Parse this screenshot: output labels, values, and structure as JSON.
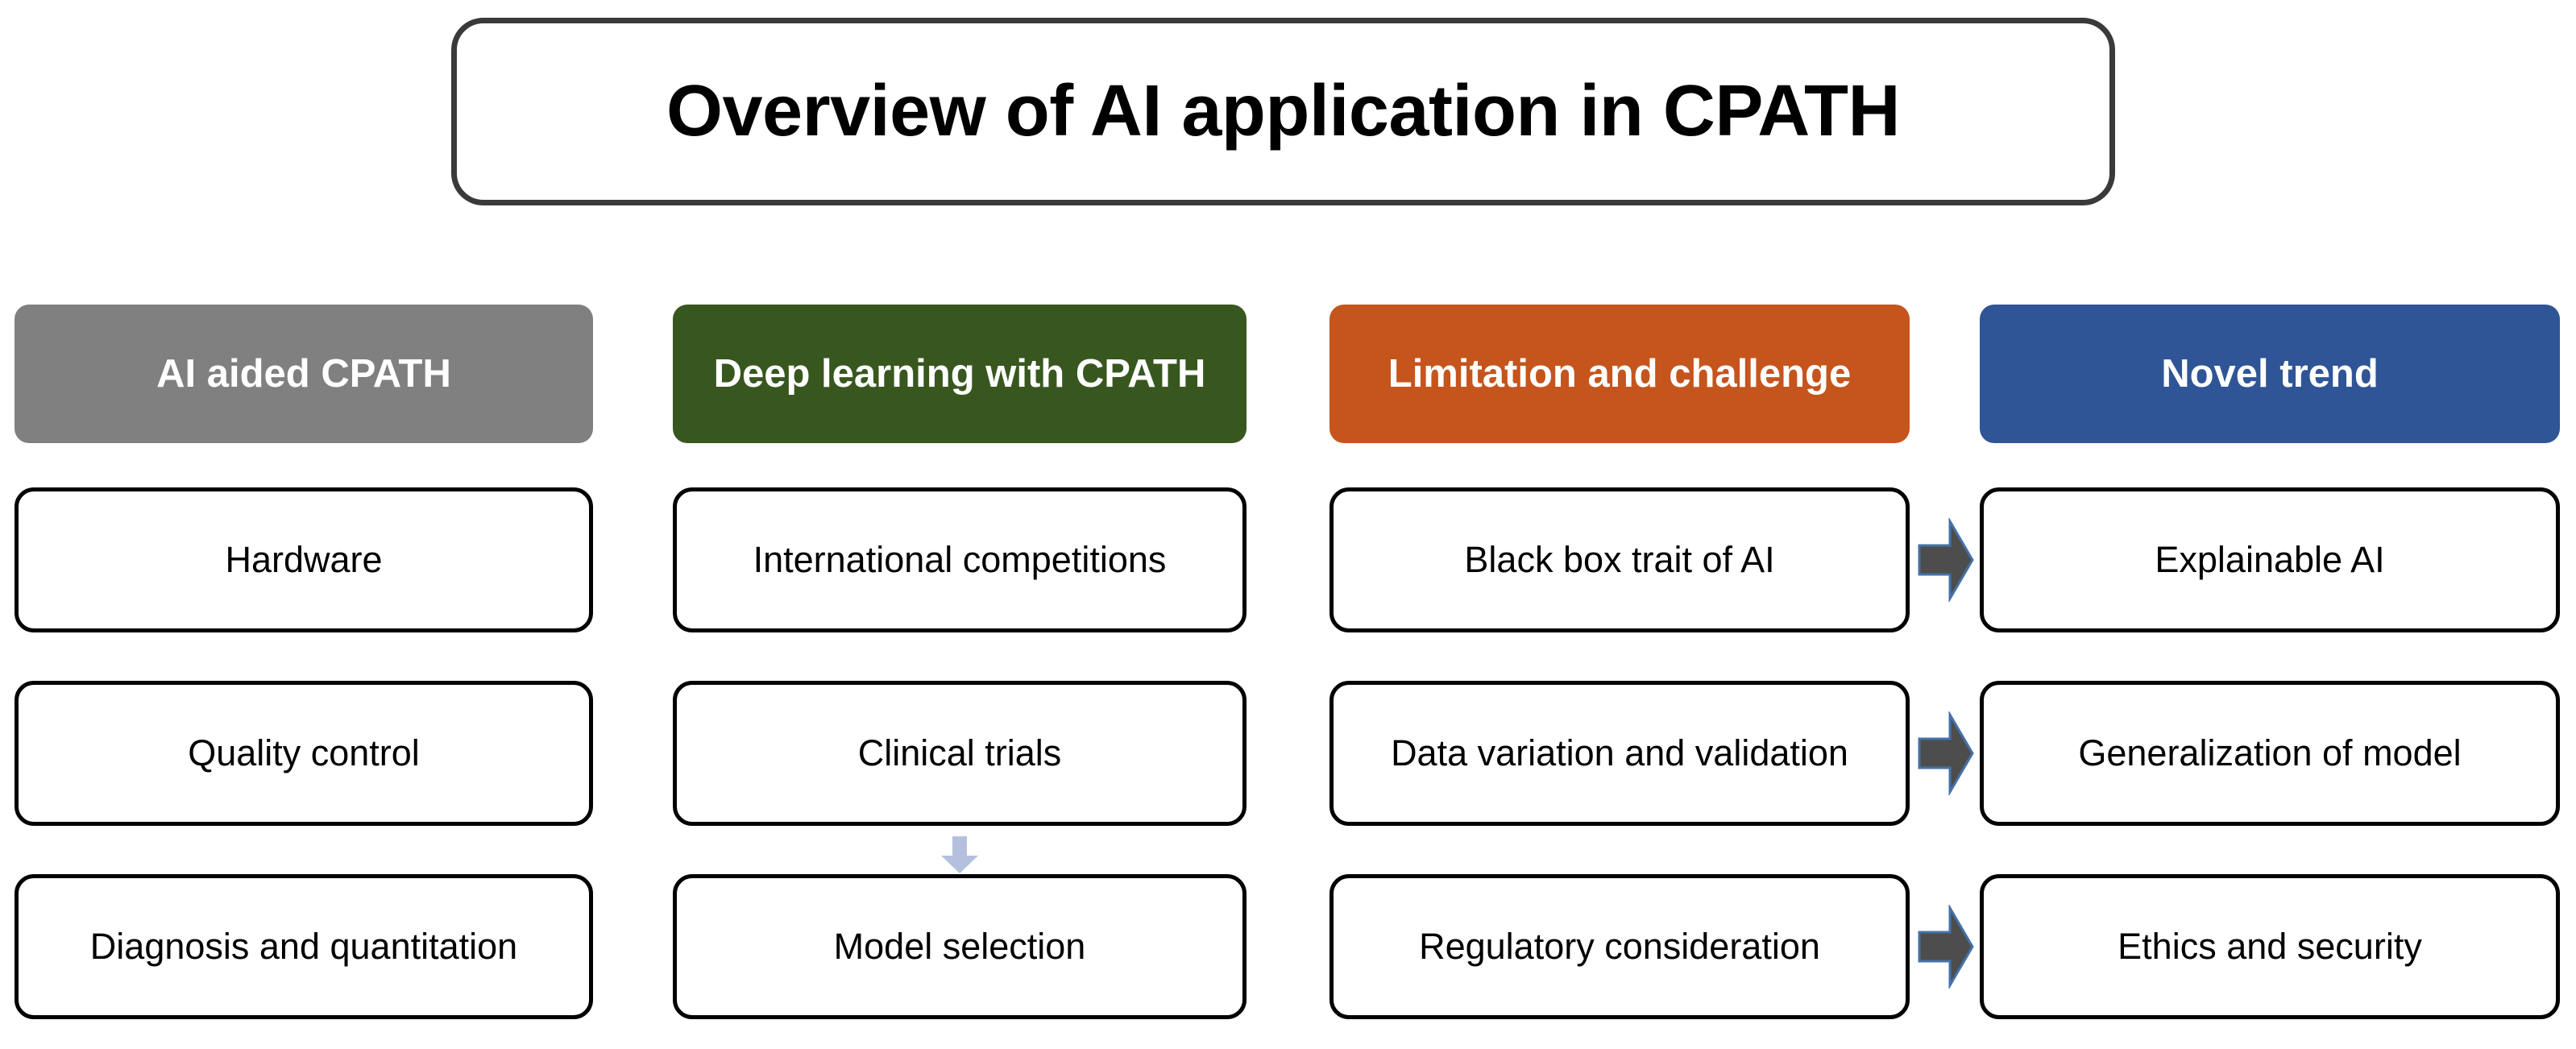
{
  "title": {
    "text": "Overview of AI application in CPATH"
  },
  "colors": {
    "col_ai_aided": "#808080",
    "col_deep_learning": "#38571f",
    "col_limitation": "#c5551d",
    "col_novel_trend": "#2f5597",
    "arrow_right_fill": "#4d4d4d",
    "arrow_right_stroke": "#4472a8",
    "arrow_down_fill": "#b4c0de",
    "card_border": "#000000",
    "title_border": "#3a3a3a",
    "header_text": "#ffffff",
    "body_text": "#000000",
    "background": "#ffffff"
  },
  "columns": [
    {
      "id": "ai-aided-cpath",
      "header": "AI aided CPATH",
      "items": [
        "Hardware",
        "Quality control",
        "Diagnosis and quantitation"
      ]
    },
    {
      "id": "deep-learning-with-cpath",
      "header": "Deep learning with CPATH",
      "items": [
        "International competitions",
        "Clinical trials",
        "Model selection"
      ]
    },
    {
      "id": "limitation-and-challenge",
      "header": "Limitation and challenge",
      "items": [
        "Black box trait of AI",
        "Data variation and validation",
        "Regulatory consideration"
      ]
    },
    {
      "id": "novel-trend",
      "header": "Novel trend",
      "items": [
        "Explainable AI",
        "Generalization of model",
        "Ethics and security"
      ]
    }
  ],
  "connectors": [
    {
      "name": "arrow-right-row-1",
      "direction": "right",
      "from": "Black box trait of AI",
      "to": "Explainable AI"
    },
    {
      "name": "arrow-right-row-2",
      "direction": "right",
      "from": "Data variation and validation",
      "to": "Generalization of model"
    },
    {
      "name": "arrow-right-row-3",
      "direction": "right",
      "from": "Regulatory consideration",
      "to": "Ethics and security"
    },
    {
      "name": "arrow-down-col-2",
      "direction": "down",
      "from": "Clinical trials",
      "to": "Model selection"
    }
  ]
}
